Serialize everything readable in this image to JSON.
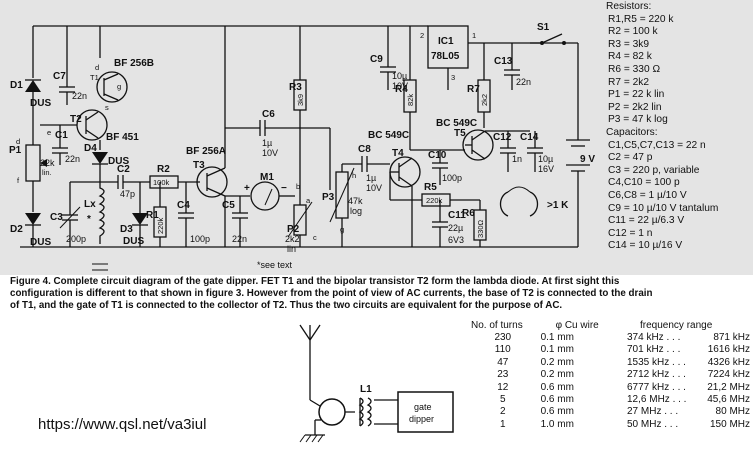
{
  "schematic": {
    "labels": {
      "bf256b": "BF 256B",
      "t1": "T1",
      "c7": "C7",
      "c7_val": "22n",
      "d1": "D1",
      "dus1": "DUS",
      "t2": "T2",
      "bf451": "BF 451",
      "c1": "C1",
      "c1_val": "22n",
      "p1": "P1",
      "p1_val": "22k",
      "p1_lin": "lin.",
      "d4": "D4",
      "dus4": "DUS",
      "c2": "C2",
      "c2_val": "47p",
      "lx": "Lx",
      "star": "*",
      "c3": "C3",
      "c3_val": "200p",
      "d2": "D2",
      "dus2": "DUS",
      "d3": "D3",
      "dus3": "DUS",
      "r1": "R1",
      "r1_val": "220k",
      "r2": "R2",
      "r2_val": "100k",
      "bf256a": "BF 256A",
      "t3": "T3",
      "c4": "C4",
      "c4_val": "100p",
      "c5": "C5",
      "c5_val": "22n",
      "c6": "C6",
      "c6_val": "1µ",
      "c6_v": "10V",
      "m1": "M1",
      "plus": "+",
      "minus": "−",
      "r3": "R3",
      "r3_val": "3k9",
      "p2": "P2",
      "p2_val": "2k2",
      "p2_lin": "lin",
      "p3": "P3",
      "p3_val": "47k",
      "p3_log": "log",
      "c8": "C8",
      "c8_val": "1µ",
      "c8_v": "10V",
      "c9": "C9",
      "c9_val": "10µ",
      "c9_v": "10V",
      "r4": "R4",
      "r4_val": "82k",
      "ic1": "IC1",
      "ic1_type": "78L05",
      "pin1": "1",
      "pin2": "2",
      "pin3": "3",
      "c13": "C13",
      "c13_val": "22n",
      "r7": "R7",
      "r7_val": "2k2",
      "s1": "S1",
      "bc549c_a": "BC 549C",
      "bc549c_b": "BC 549C",
      "t4": "T4",
      "t5": "T5",
      "r5": "R5",
      "r5_val": "220k",
      "c10": "C10",
      "c10_val": "100p",
      "c11": "C11",
      "c11_val": "22µ",
      "c11_v": "6V3",
      "r6": "R6",
      "r6_val": "330Ω",
      "c12": "C12",
      "c12_val": "1n",
      "c14": "C14",
      "c14_val": "10µ",
      "c14_v": "16V",
      "batt": "9 V",
      "headphone": ">1 K",
      "see_text": "*see text",
      "a": "a",
      "b": "b",
      "c": "c",
      "d": "d",
      "e": "e",
      "f": "f",
      "g": "g",
      "h": "h",
      "s": "s",
      "g_pin": "g",
      "d_pin": "d"
    }
  },
  "components": {
    "resistors_header": "Resistors:",
    "resistors": [
      "R1,R5 = 220 k",
      "R2 = 100 k",
      "R3 = 3k9",
      "R4 = 82 k",
      "R6 = 330 Ω",
      "R7 = 2k2",
      "P1 = 22 k lin",
      "P2 = 2k2 lin",
      "P3 = 47 k log"
    ],
    "capacitors_header": "Capacitors:",
    "capacitors": [
      "C1,C5,C7,C13 = 22 n",
      "C2 = 47 p",
      "C3 = 220 p, variable",
      "C4,C10 = 100 p",
      "C6,C8 = 1 µ/10 V",
      "C9 = 10 µ/10 V tantalum",
      "C11 = 22 µ/6.3 V",
      "C12 = 1 n",
      "C14 = 10 µ/16 V"
    ]
  },
  "caption": {
    "line1": "Figure 4. Complete circuit diagram of the gate dipper. FET T1 and the bipolar transistor T2 form the lambda diode. At first sight this",
    "line2": "configuration is different to that shown in figure 3. However from the point of view of AC currents, the base of T2 is connected to the drain",
    "line3": "of T1, and the gate of T1 is connected to the collector of T2. Thus the two circuits are equivalent for the purpose of AC."
  },
  "setup": {
    "l1": "L1",
    "dipper_line1": "gate",
    "dipper_line2": "dipper"
  },
  "table": {
    "headers": [
      "No. of turns",
      "φ Cu wire",
      "frequency range"
    ],
    "rows": [
      [
        "230",
        "0.1 mm",
        "374 kHz . . .",
        "871 kHz"
      ],
      [
        "110",
        "0.1 mm",
        "701 kHz . . .",
        "1616 kHz"
      ],
      [
        "47",
        "0.2 mm",
        "1535 kHz . . .",
        "4326 kHz"
      ],
      [
        "23",
        "0.2 mm",
        "2712 kHz . . .",
        "7224 kHz"
      ],
      [
        "12",
        "0.6 mm",
        "6777 kHz . . .",
        "21,2 MHz"
      ],
      [
        "5",
        "0.6 mm",
        "12,6 MHz . . .",
        "45,6 MHz"
      ],
      [
        "2",
        "0.6 mm",
        "27 MHz . . .",
        "80 MHz"
      ],
      [
        "1",
        "1.0 mm",
        "50 MHz . . .",
        "150 MHz"
      ]
    ]
  },
  "url": "https://www.qsl.net/va3iul"
}
